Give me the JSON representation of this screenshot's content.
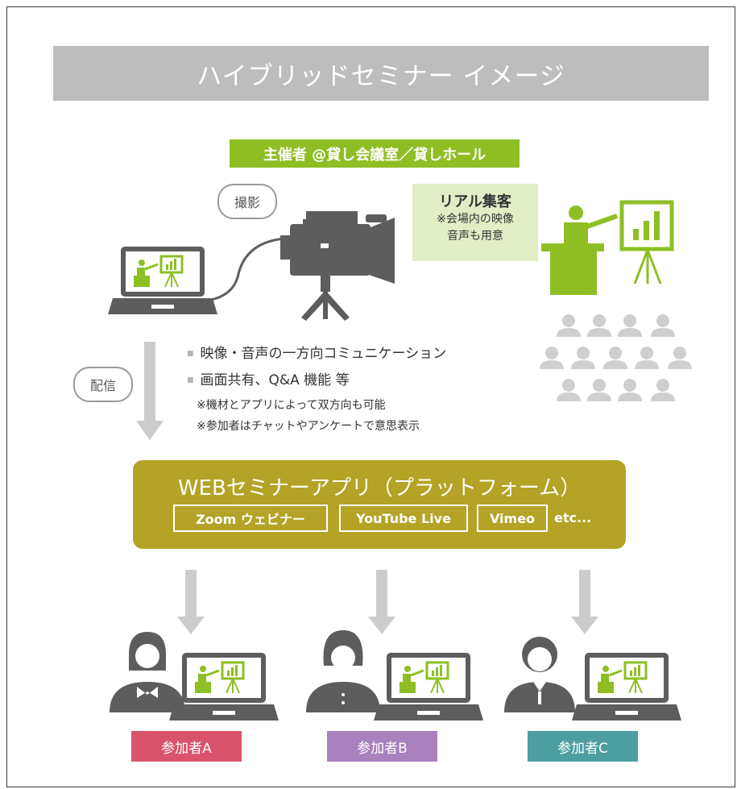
{
  "title": "ハイブリッドセミナー イメージ",
  "host": "主催者 @貸し会議室／貸しホール",
  "bubbles": {
    "filming": "撮影",
    "distribution": "配信"
  },
  "real_audience": {
    "heading": "リアル集客",
    "note_line1": "※会場内の映像",
    "note_line2": "音声も用意"
  },
  "features": {
    "bullet1": "映像・音声の一方向コミュニケーション",
    "bullet2": "画面共有、Q&A 機能  等",
    "note1": "※機材とアプリによって双方向も可能",
    "note2": "※参加者はチャットやアンケートで意思表示"
  },
  "platform": {
    "title": "WEBセミナーアプリ（プラットフォーム）",
    "apps": [
      "Zoom ウェビナー",
      "YouTube Live",
      "Vimeo"
    ],
    "etc": "etc..."
  },
  "participants": [
    {
      "label": "参加者A",
      "color": "#d9536b"
    },
    {
      "label": "参加者B",
      "color": "#a981bd"
    },
    {
      "label": "参加者C",
      "color": "#4d9ea1"
    }
  ],
  "colors": {
    "accent_green": "#8dbf24",
    "platform_olive": "#b4a326",
    "icon_gray": "#666666",
    "arrow_gray": "#cccccc"
  }
}
